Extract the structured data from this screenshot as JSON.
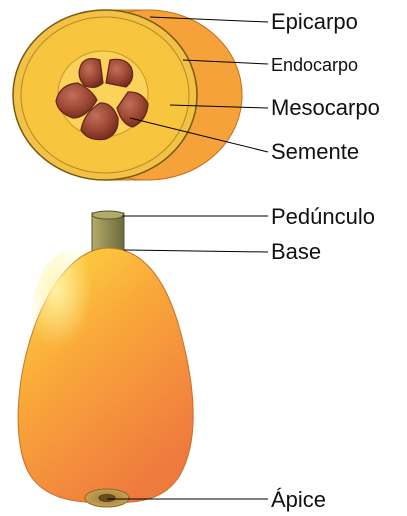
{
  "labels": {
    "epicarp": "Epicarpo",
    "endocarp": "Endocarpo",
    "mesocarp": "Mesocarpo",
    "seed": "Semente",
    "peduncle": "Pedúnculo",
    "base": "Base",
    "apex": "Ápice"
  },
  "colors": {
    "epicarp_outer": "#f6a23a",
    "mesocarp": "#f7c440",
    "inner_flesh": "#fbd25a",
    "seed": "#a04a37",
    "seed_dark": "#5f2418",
    "peduncle": "#8e8a52",
    "fruit_top": "#fcd230",
    "fruit_bottom": "#f07a3c"
  }
}
